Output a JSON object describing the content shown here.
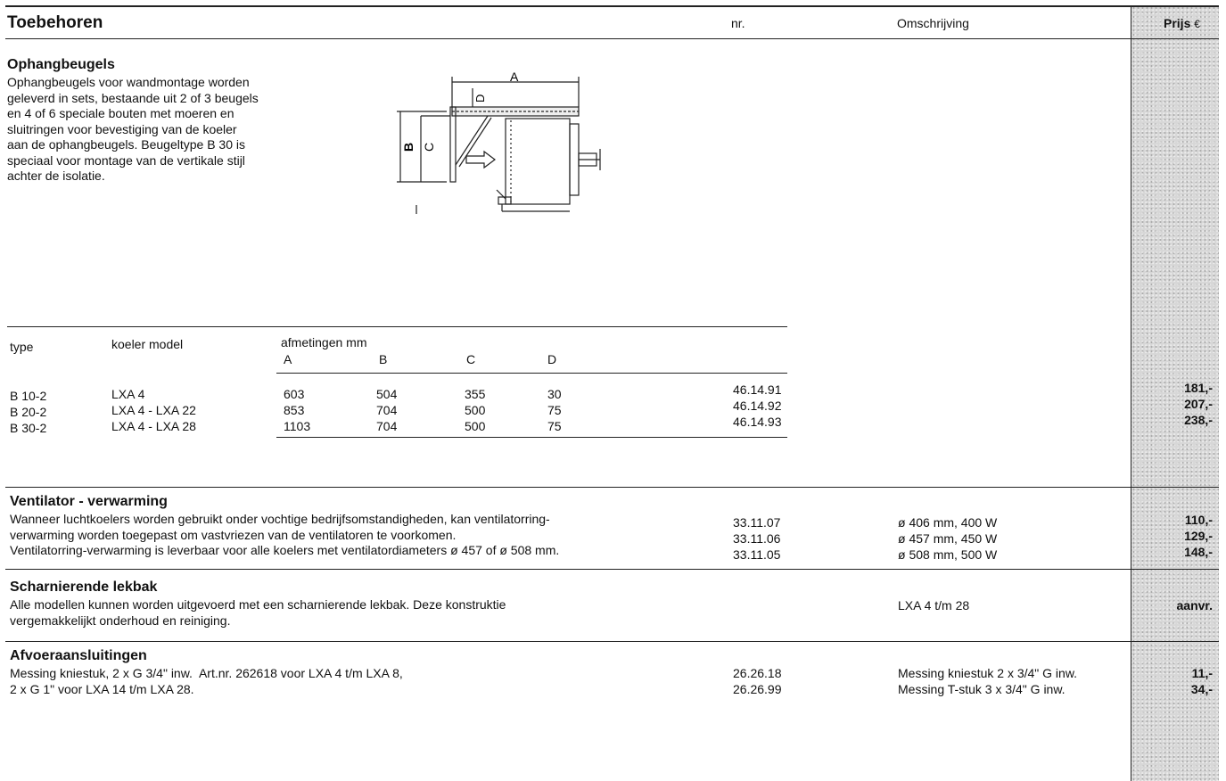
{
  "header": {
    "title": "Toebehoren",
    "col_nr": "nr.",
    "col_omschrijving": "Omschrijving",
    "col_prijs": "Prijs",
    "currency_symbol": "€"
  },
  "sections": {
    "ophangbeugels": {
      "title": "Ophangbeugels",
      "lines": [
        "Ophangbeugels voor wandmontage worden",
        "geleverd in sets, bestaande uit 2 of 3 beugels",
        "en 4 of 6 speciale bouten met moeren en",
        "sluitringen voor bevestiging van de koeler",
        "aan de ophangbeugels. Beugeltype B 30 is",
        "speciaal voor montage van de vertikale stijl",
        "achter de isolatie."
      ],
      "diagram_labels": {
        "A": "A",
        "B": "B",
        "C": "C",
        "D": "D"
      },
      "table": {
        "col_type": "type",
        "col_model": "koeler model",
        "col_dims": "afmetingen mm",
        "dim_headers": [
          "A",
          "B",
          "C",
          "D"
        ],
        "rows": [
          {
            "type": "B 10-2",
            "model": "LXA 4",
            "a": "603",
            "b": "504",
            "c": "355",
            "d": "30",
            "nr": "46.14.91",
            "price": "181,-"
          },
          {
            "type": "B 20-2",
            "model": "LXA 4 - LXA 22",
            "a": "853",
            "b": "704",
            "c": "500",
            "d": "75",
            "nr": "46.14.92",
            "price": "207,-"
          },
          {
            "type": "B 30-2",
            "model": "LXA 4 - LXA 28",
            "a": "1103",
            "b": "704",
            "c": "500",
            "d": "75",
            "nr": "46.14.93",
            "price": "238,-"
          }
        ]
      }
    },
    "ventilator": {
      "title": "Ventilator - verwarming",
      "lines": [
        "Wanneer luchtkoelers worden gebruikt onder vochtige bedrijfsomstandigheden, kan ventilatorring-",
        "verwarming worden toegepast om vastvriezen van de ventilatoren te voorkomen.",
        "Ventilatorring-verwarming is leverbaar voor alle koelers met ventilatordiameters ø 457 of ø 508 mm."
      ],
      "items": [
        {
          "nr": "33.11.07",
          "desc": "ø 406 mm, 400 W",
          "price": "110,-"
        },
        {
          "nr": "33.11.06",
          "desc": "ø 457 mm, 450 W",
          "price": "129,-"
        },
        {
          "nr": "33.11.05",
          "desc": "ø 508 mm, 500 W",
          "price": "148,-"
        }
      ]
    },
    "lekbak": {
      "title": "Scharnierende lekbak",
      "lines": [
        "Alle modellen kunnen worden uitgevoerd met een scharnierende lekbak. Deze konstruktie",
        "vergemakkelijkt onderhoud en reiniging."
      ],
      "desc": "LXA 4 t/m 28",
      "price": "aanvr."
    },
    "afvoer": {
      "title": "Afvoeraansluitingen",
      "lines": [
        "Messing kniestuk, 2 x G 3/4\" inw.  Art.nr. 262618 voor LXA 4 t/m LXA 8,",
        "2 x G 1\" voor LXA 14 t/m LXA 28."
      ],
      "items": [
        {
          "nr": "26.26.18",
          "desc": "Messing kniestuk 2 x 3/4\" G inw.",
          "price": "11,-"
        },
        {
          "nr": "26.26.99",
          "desc": "Messing T-stuk 3 x 3/4\" G inw.",
          "price": "34,-"
        }
      ]
    }
  }
}
